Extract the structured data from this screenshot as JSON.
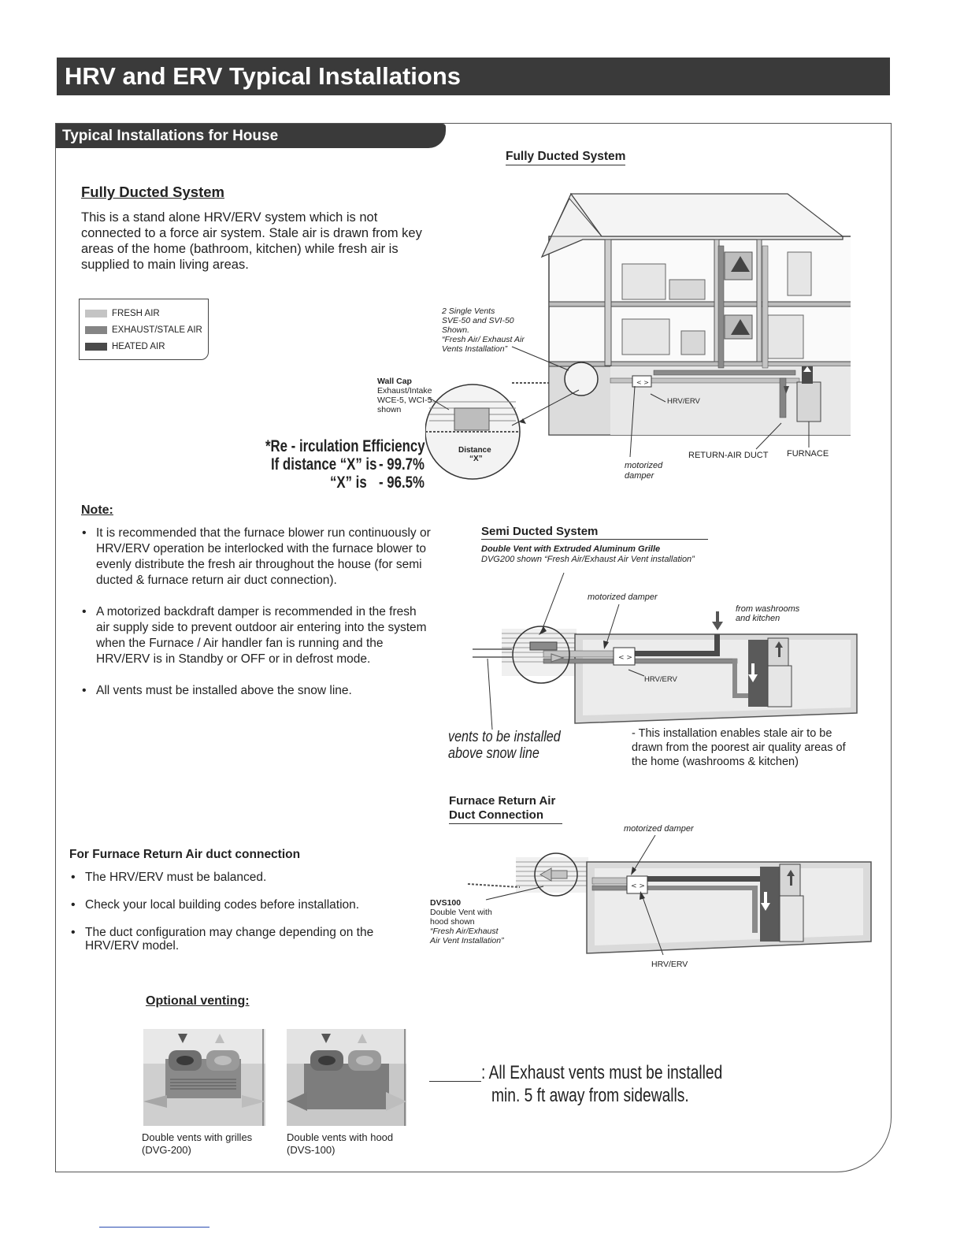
{
  "header": {
    "title": "HRV and ERV Typical Installations"
  },
  "section": {
    "tab_title": "Typical Installations for House",
    "fully_ducted_heading": "Fully Ducted System",
    "fully_ducted_text": "This is a stand alone HRV/ERV system which is not connected to a force air system. Stale air is drawn from key areas of the home (bathroom, kitchen) while fresh air is supplied to main living areas.",
    "legend": [
      {
        "label": "FRESH AIR",
        "color": "#c4c4c4"
      },
      {
        "label": "EXHAUST/STALE AIR",
        "color": "#858585"
      },
      {
        "label": "HEATED AIR",
        "color": "#4a4a4a"
      }
    ],
    "recirc": {
      "line1": "*Re -    irculation Efficiency",
      "line2_label": "If distance “X” is",
      "line2_value": "- 99.7%",
      "line3_label": "“X” is",
      "line3_value": "- 96.5%"
    },
    "note_heading": "Note:",
    "notes": [
      "It is recommended that the furnace blower run continuously or HRV/ERV operation be interlocked with the furnace blower to evenly distribute the fresh air throughout the house (for semi ducted & furnace return air duct connection).",
      "A motorized backdraft damper is recommended in the fresh air supply side to prevent outdoor air entering into the system when the Furnace / Air handler fan is running and the HRV/ERV is in Standby or OFF or in defrost mode.",
      "All vents must be installed above the snow line."
    ],
    "return_air_heading": "For Furnace Return Air duct connection",
    "return_air_items": [
      "The HRV/ERV must be balanced.",
      "Check your local building codes before installation.",
      "The duct configuration may change depending on the HRV/ERV model."
    ],
    "optional_heading": "Optional venting:",
    "vent_captions": [
      {
        "line1": "Double vents with grilles",
        "line2": "(DVG-200)"
      },
      {
        "line1": "Double vents with hood",
        "line2": "(DVS-100)"
      }
    ],
    "exhaust_note_line1": ": All Exhaust vents must be installed",
    "exhaust_note_line2": "min. 5 ft away from sidewalls."
  },
  "diagram_fully": {
    "title": "Fully Ducted System",
    "single_vents": [
      "2 Single Vents",
      "SVE-50 and SVI-50",
      "Shown.",
      "“Fresh Air/ Exhaust Air",
      "Vents Installation”"
    ],
    "wall_cap": [
      "Wall Cap",
      "Exhaust/Intake",
      "WCE-5, WCI-5",
      "shown"
    ],
    "distance": "Distance",
    "distance_x": "“X”",
    "hrv_erv": "HRV/ERV",
    "motorized": "motorized",
    "damper": "damper",
    "return_air_duct": "RETURN-AIR DUCT",
    "furnace": "FURNACE"
  },
  "diagram_semi": {
    "title": "Semi Ducted System",
    "subtitle_bold": "Double Vent with Extruded Aluminum Grille",
    "subtitle": "DVG200 shown “Fresh Air/Exhaust Air Vent installation”",
    "motorized_damper": "motorized damper",
    "from_washrooms": "from washrooms",
    "and_kitchen": "and kitchen",
    "hrv_erv": "HRV/ERV",
    "vents_line1": "vents to be installed",
    "vents_line2": "above snow line",
    "desc": "- This installation enables stale air to be drawn from the poorest air quality areas of the home (washrooms & kitchen)"
  },
  "diagram_return": {
    "title_line1": "Furnace Return Air",
    "title_line2": "Duct Connection",
    "motorized_damper": "motorized damper",
    "dvs_bold": "DVS100",
    "dvs_lines": [
      "Double Vent with",
      "hood shown",
      "“Fresh Air/Exhaust",
      "Air Vent Installation”"
    ],
    "hrv_erv": "HRV/ERV"
  }
}
